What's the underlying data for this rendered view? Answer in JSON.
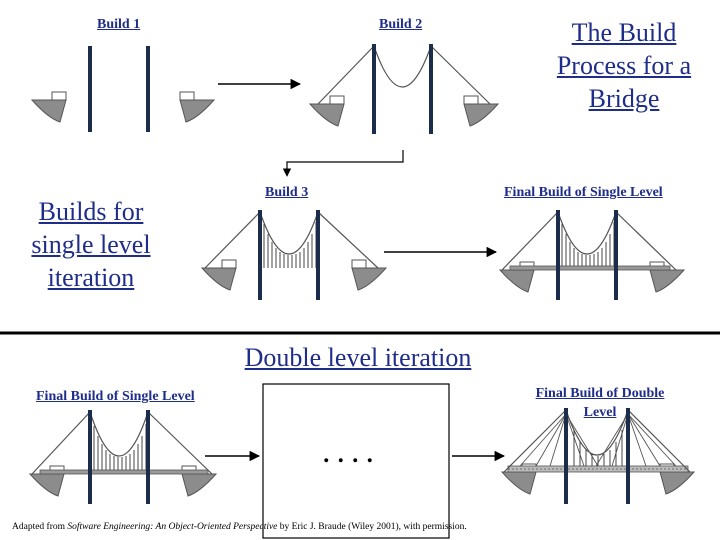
{
  "title": "The Build Process for a Bridge",
  "side_label": "Builds for single level iteration",
  "section_label": "Double level iteration",
  "builds": {
    "build1": "Build 1",
    "build2": "Build 2",
    "build3": "Build 3",
    "final_single_top": "Final Build of Single Level",
    "final_single_bottom": "Final Build of Single Level",
    "final_double": "Final Build of Double Level"
  },
  "ellipsis": "....",
  "citation": {
    "prefix": "Adapted from ",
    "book": "Software Engineering: An Object-Oriented Perspective",
    "suffix": " by Eric J. Braude (Wiley 2001), with permission."
  },
  "colors": {
    "label_text": "#1f2d8a",
    "tower": "#1b2d4a",
    "abutment": "#8c8c8c",
    "cable": "#555555"
  },
  "icons": [
    "bridge-build1-icon",
    "bridge-build2-icon",
    "bridge-build3-icon",
    "bridge-final-single-icon",
    "bridge-final-double-icon"
  ]
}
